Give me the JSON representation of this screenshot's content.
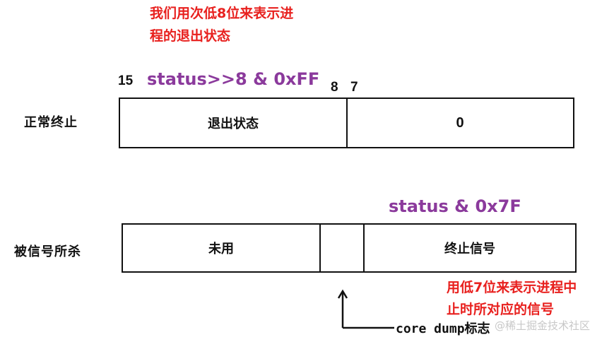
{
  "top_note": {
    "line1": "我们用次低8位来表示进",
    "line2": "程的退出状态"
  },
  "normal": {
    "bit_high": "15",
    "expr": "status>>8 & 0xFF",
    "bit_mid_a": "8",
    "bit_mid_b": "7",
    "row_label": "正常终止",
    "cells": [
      "退出状态",
      "0"
    ]
  },
  "signal": {
    "expr": "status & 0x7F",
    "row_label": "被信号所杀",
    "cells": [
      "未用",
      "",
      "终止信号"
    ],
    "note_line1": "用低7位来表示进程中",
    "note_line2": "止时所对应的信号",
    "core_dump_label": "core dump标志"
  },
  "watermark": "@稀土掘金技术社区",
  "colors": {
    "red": "#e8201e",
    "purple": "#8b3a9c",
    "line": "#111111"
  }
}
